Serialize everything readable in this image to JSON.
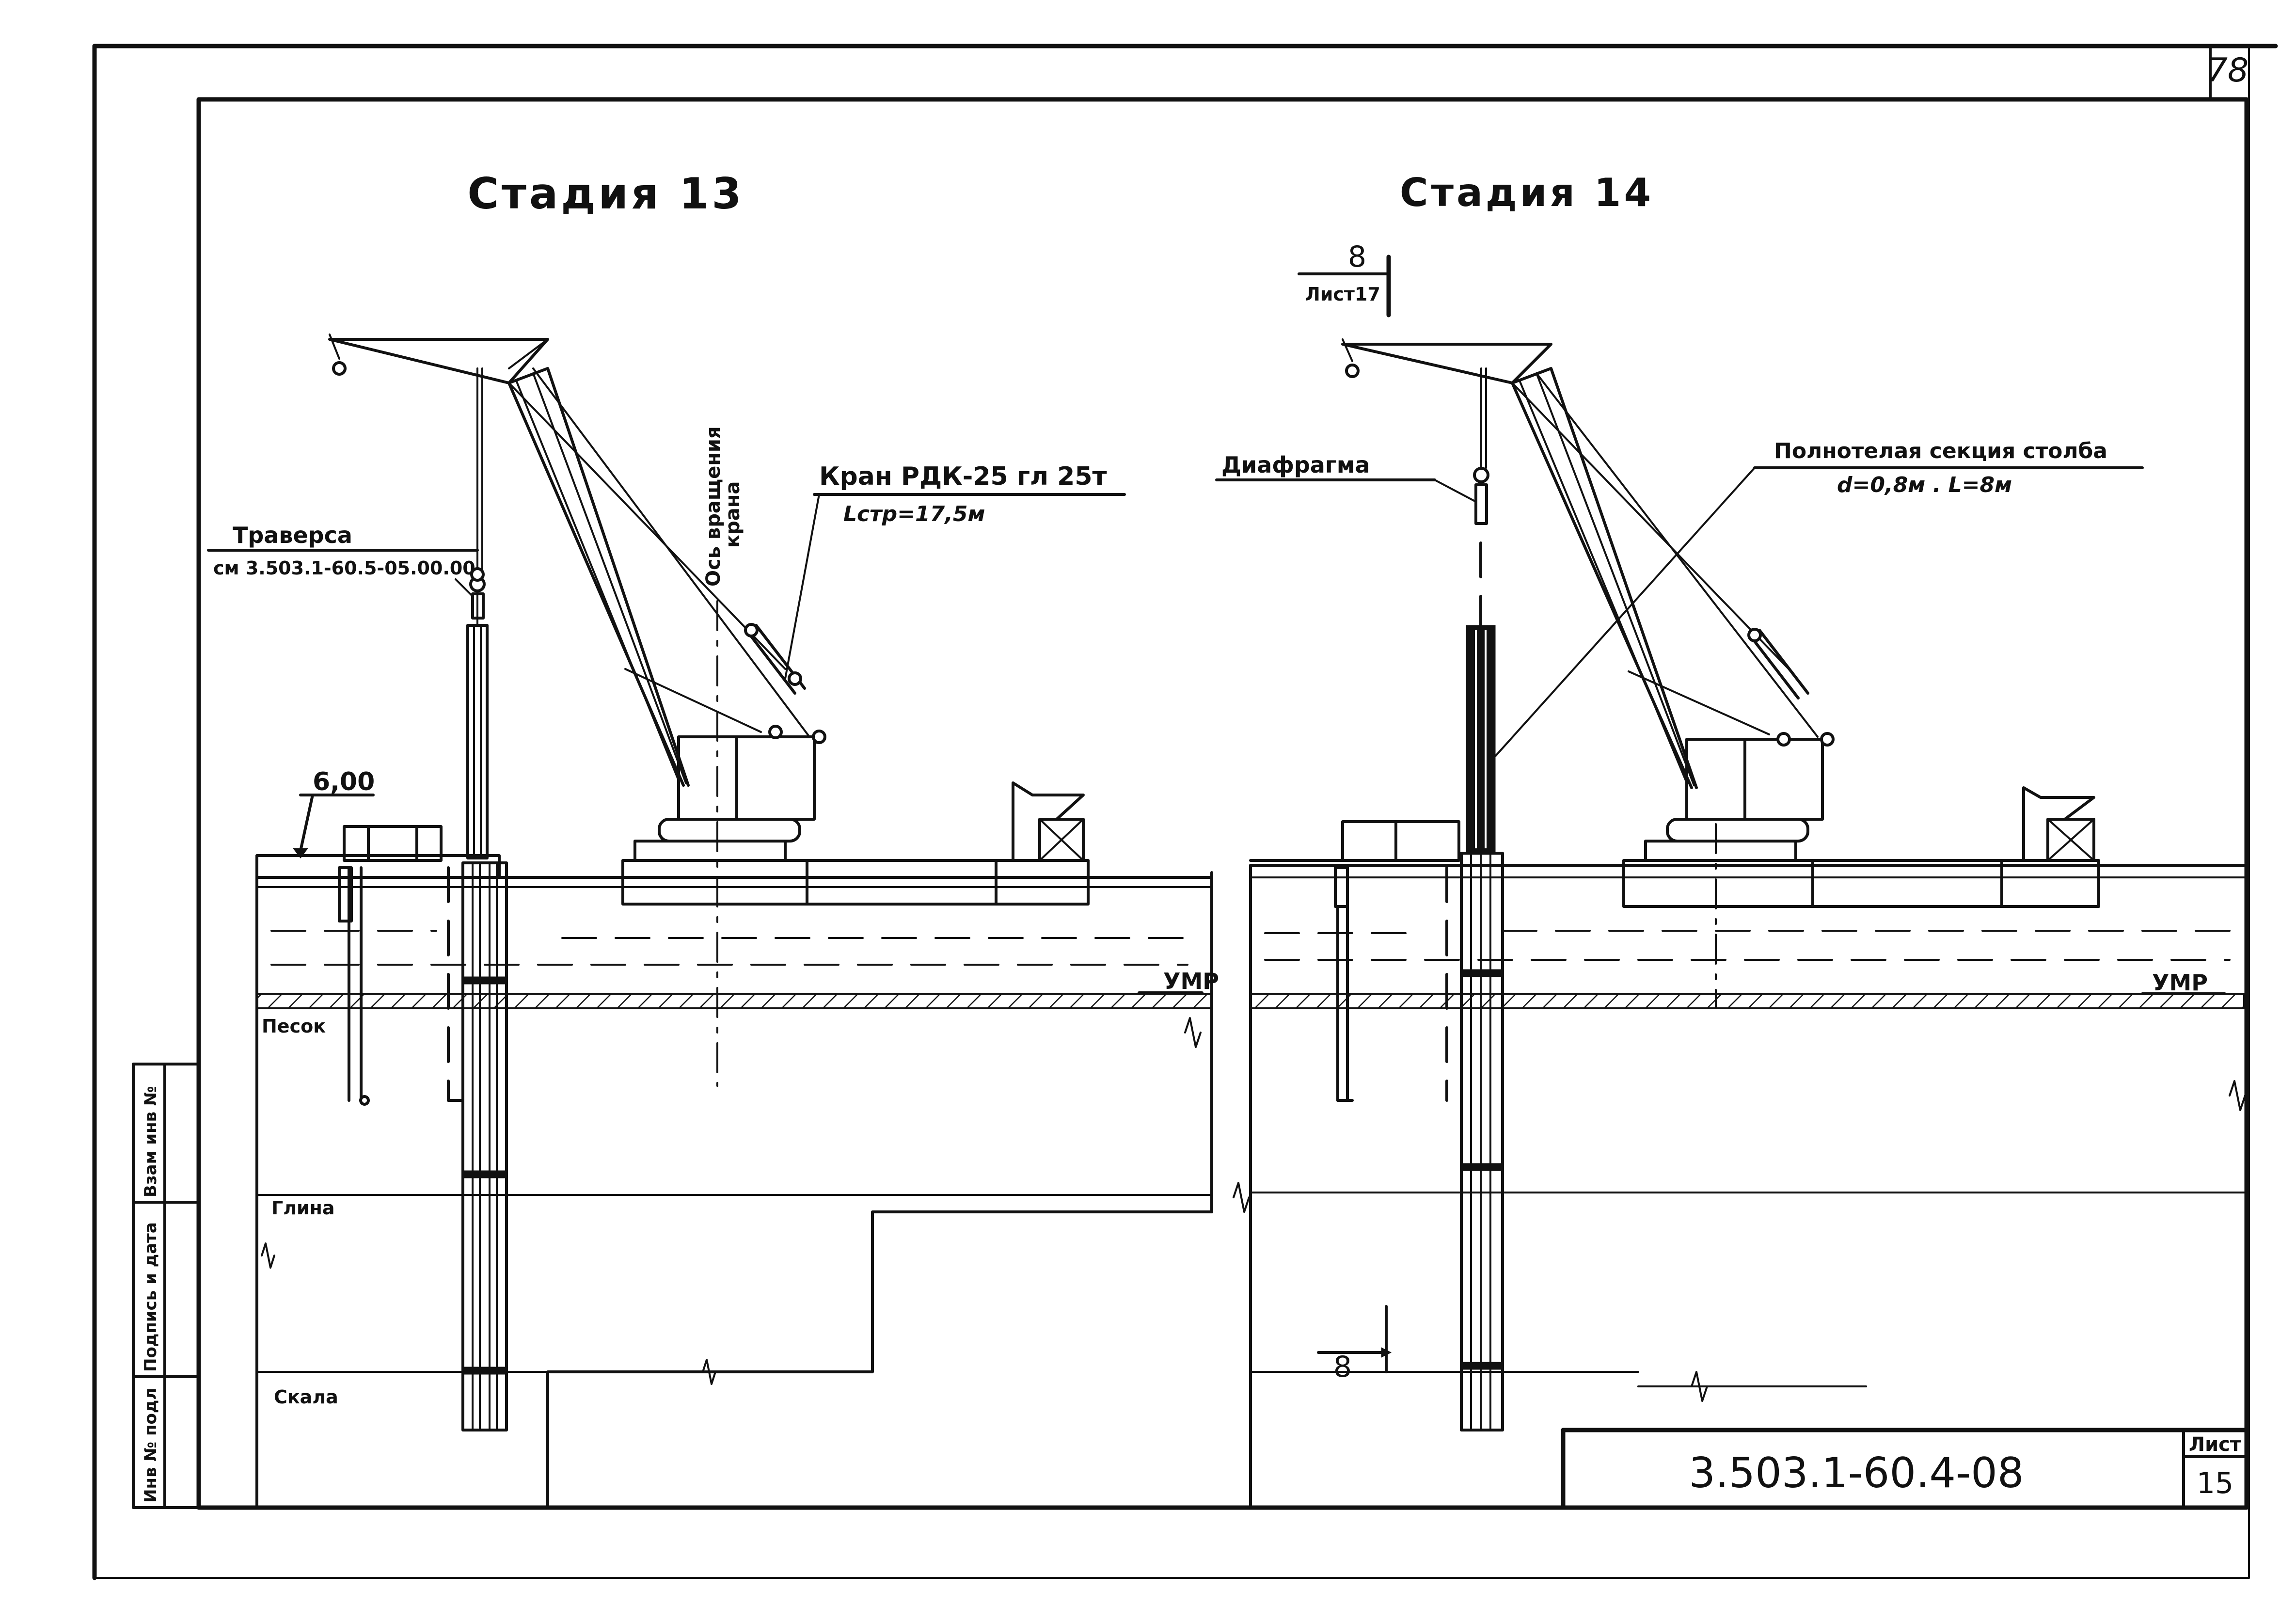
{
  "sheet": {
    "page_number": "78",
    "code": "3.503.1-60.4-08",
    "list_label": "Лист",
    "list_number": "15"
  },
  "side_stamp": {
    "inv_podl": "Инв № подл",
    "podpis_data": "Подпись и дата",
    "vzam_inv": "Взам инв №"
  },
  "stage13": {
    "title": "Стадия 13",
    "traverse_label": "Траверса",
    "traverse_ref": "см 3.503.1-60.5-05.00.00",
    "axis_label_line1": "Ось вращения",
    "axis_label_line2": "крана",
    "crane_label": "Кран РДК-25 гл 25т",
    "crane_boom": "Lстр=17,5м",
    "level_mark": "6,00",
    "water_level": "УМР",
    "soil_sand": "Песок",
    "soil_clay": "Глина",
    "soil_rock": "Скала"
  },
  "stage14": {
    "title": "Стадия 14",
    "section_num": "8",
    "section_sheet": "Лист17",
    "diaphragm_label": "Диафрагма",
    "section_label": "Полнотелая секция столба",
    "section_dims": "d=0,8м . L=8м",
    "water_level": "УМР",
    "cut_mark": "8"
  }
}
